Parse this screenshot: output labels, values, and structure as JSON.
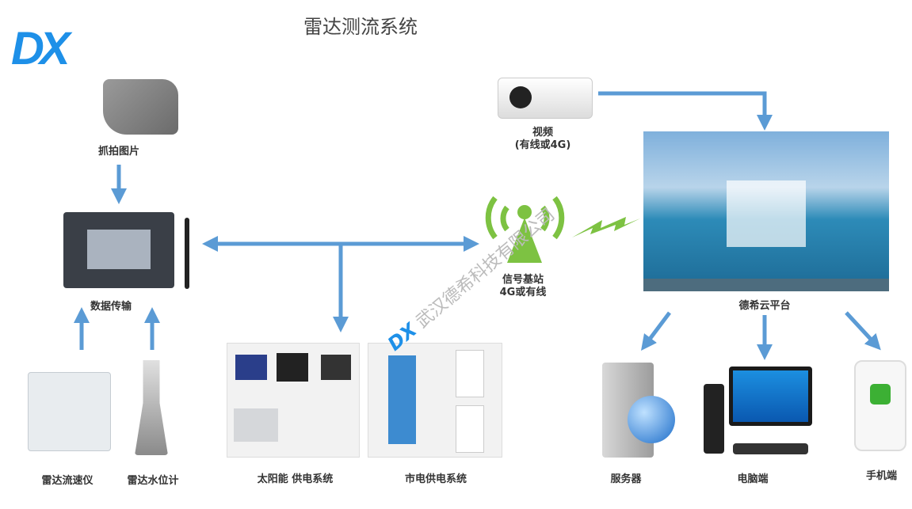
{
  "title": "雷达测流系统",
  "logo": "DX",
  "watermark": {
    "logo": "DX",
    "text": "武汉德希科技有限公司"
  },
  "nodes": {
    "snapshot_camera": "抓拍图片",
    "data_transmission": "数据传输",
    "radar_velocimeter": "雷达流速仪",
    "radar_level_gauge": "雷达水位计",
    "solar_power": "太阳能 供电系统",
    "mains_power": "市电供电系统",
    "base_station": {
      "line1": "信号基站",
      "line2": "4G或有线"
    },
    "video": {
      "line1": "视频",
      "line2": "(有线或4G)"
    },
    "cloud_platform": "德希云平台",
    "server": "服务器",
    "pc": "电脑端",
    "mobile": "手机端"
  },
  "colors": {
    "arrow": "#5b9bd5",
    "signal": "#7dc242",
    "logo": "#1e90e8"
  }
}
